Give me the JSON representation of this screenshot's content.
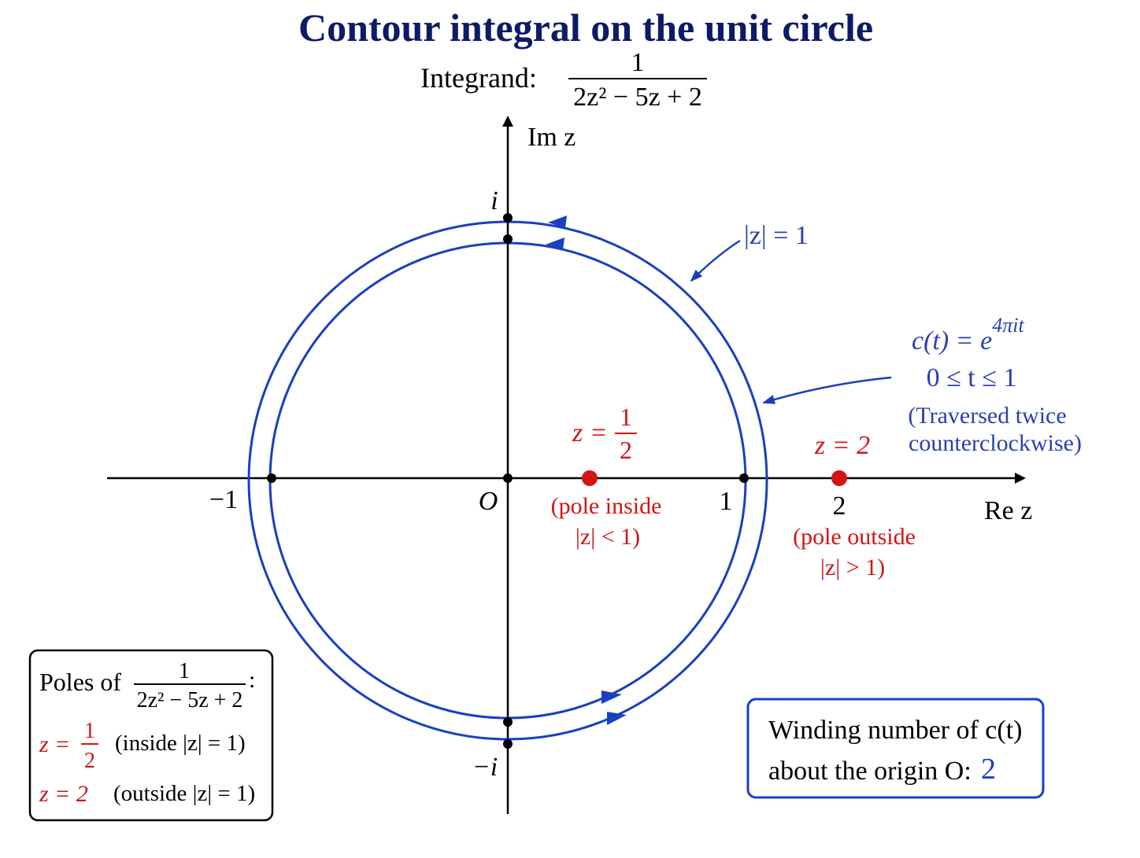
{
  "title": "Contour integral on the unit circle",
  "integrand": {
    "label": "Integrand:",
    "numerator": "1",
    "denominator": "2z² − 5z + 2"
  },
  "axes": {
    "x_label": "Re z",
    "y_label": "Im z",
    "x_ticks": [
      "−1",
      "O",
      "1",
      "2"
    ],
    "y_ticks": [
      "i",
      "−i"
    ]
  },
  "circle_label": "|z| = 1",
  "curve_annotation": {
    "line1": "c(t) = e",
    "line1_exp": "4πit",
    "line2": "0 ≤ t ≤ 1",
    "line3": "(Traversed twice",
    "line4": "counterclockwise)"
  },
  "poles": {
    "inside": {
      "label_prefix": "z =",
      "label_num": "1",
      "label_den": "2",
      "note_line1": "(pole inside",
      "note_line2": "|z| < 1)",
      "value": 0.5
    },
    "outside": {
      "label": "z = 2",
      "note_line1": "(pole outside",
      "note_line2": "|z| > 1)",
      "value": 2
    }
  },
  "poles_box": {
    "heading": "Poles of",
    "numerator": "1",
    "denominator": "2z² − 5z + 2",
    "colon": ":",
    "row1_prefix": "z =",
    "row1_num": "1",
    "row1_den": "2",
    "row1_note": "(inside |z| = 1)",
    "row2_label": "z = 2",
    "row2_note": "(outside |z| = 1)"
  },
  "winding_box": {
    "line1": "Winding number of c(t)",
    "line2": "about the origin O:",
    "value": "2"
  },
  "colors": {
    "title": "#0d1a66",
    "curve": "#1a3fbf",
    "curve_text": "#2a3fb0",
    "pole": "#d41414",
    "axis": "#000000"
  }
}
